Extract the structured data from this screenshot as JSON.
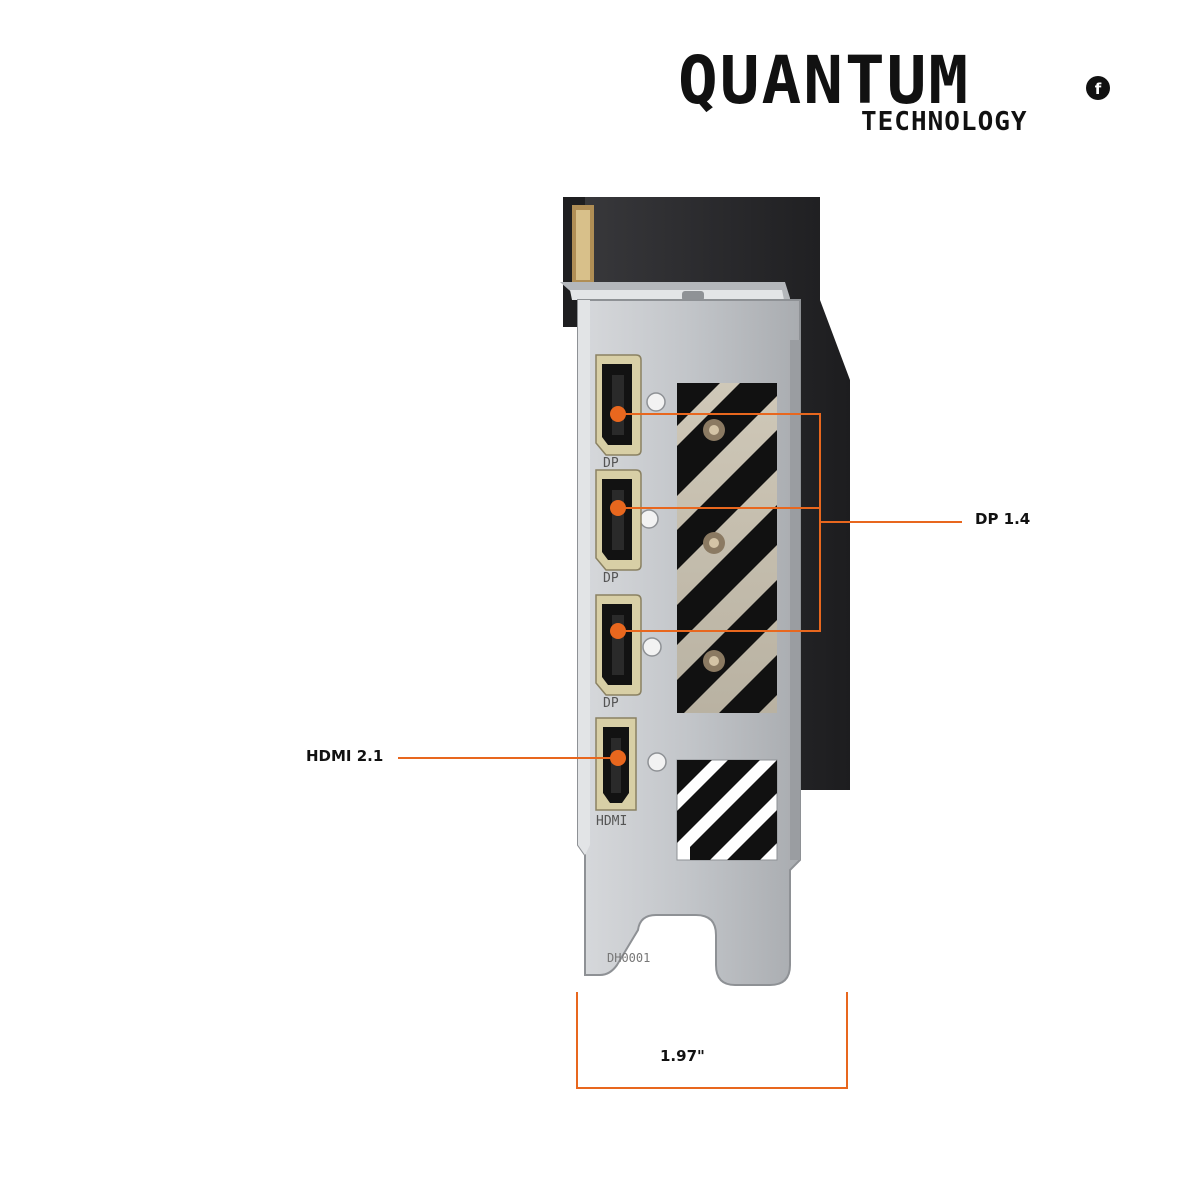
{
  "logo": {
    "wordmark": "QUANTUM",
    "badge": "f",
    "sub": "TECHNOLOGY"
  },
  "callouts": {
    "dp": "DP 1.4",
    "hdmi": "HDMI 2.1",
    "width": "1.97\""
  },
  "ports": {
    "dp_marks": [
      "DP",
      "DP",
      "DP"
    ],
    "hdmi_mark": "HDMI",
    "bracket_code": "DH0001"
  },
  "colors": {
    "accent": "#E8671E",
    "bracket": "#B9BCC0",
    "shroud": "#2E2E30",
    "port_gold": "#D8CFA6"
  }
}
